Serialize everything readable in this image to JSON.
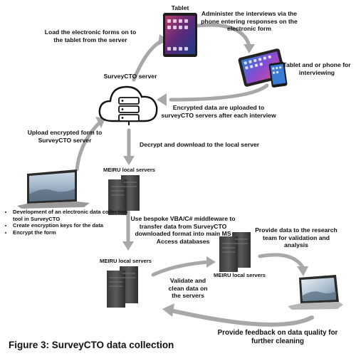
{
  "diagram": {
    "nodes": {
      "tablet_title": "Tablet",
      "surveycto_server": "SurveyCTO server",
      "tablet_phone": "Tablet and or phone for interviewing",
      "meiru_top": "MEIRU local servers",
      "meiru_left": "MEIRU local servers",
      "meiru_right": "MEIRU local servers"
    },
    "edges": {
      "load_forms": "Load  the electronic forms on to the tablet from the server",
      "administer": "Administer the interviews via the phone entering  responses on the electronic form",
      "upload_encrypted": "Encrypted data are uploaded to surveyCTO servers after each interview",
      "decrypt": "Decrypt and download to the local server",
      "upload_form": "Upload  encrypted form to SurveyCTO server",
      "middleware": "Use bespoke VBA/C# middleware to transfer data from SurveyCTO downloaded format  into main MS Access databases",
      "validate": "Validate and clean data on the servers",
      "provide_data": "Provide data to the research team for validation and analysis",
      "feedback": "Provide feedback on data quality for further cleaning"
    },
    "bullets": [
      "Development of an electronic data collection tool in SurveyCTO",
      "Create encryption keys for the data",
      "Encrypt the form"
    ],
    "caption": "Figure 3: SurveyCTO data collection"
  }
}
